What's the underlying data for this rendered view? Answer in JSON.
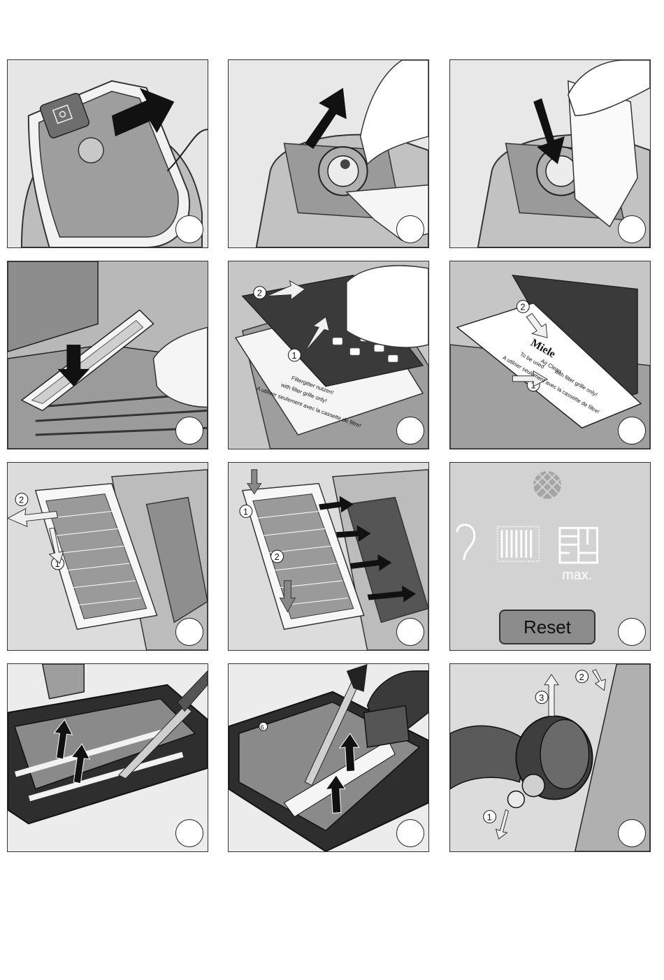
{
  "panels": {
    "p5": {
      "markers": [
        "2",
        "1"
      ],
      "label_lines": [
        "Filtergitter nutzen!",
        "with filter grille only!",
        "A utiliser seulement avec la cassette de filtre!"
      ]
    },
    "p6": {
      "markers": [
        "2",
        "1"
      ],
      "brand": "Miele",
      "label_lines": [
        "Air Clean",
        "with filter grille only!",
        "To be used",
        "A utiliser seulement avec la cassette de filtre!"
      ]
    },
    "p7": {
      "markers": [
        "2",
        "1"
      ]
    },
    "p8": {
      "markers": [
        "1",
        "2"
      ]
    },
    "p9": {
      "max_label": "max.",
      "reset_label": "Reset"
    },
    "p11": {
      "markers": [
        "6"
      ]
    },
    "p12": {
      "markers": [
        "3",
        "2",
        "1"
      ]
    }
  }
}
